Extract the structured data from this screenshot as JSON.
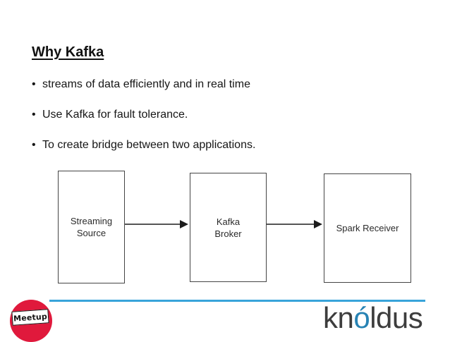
{
  "slide": {
    "title": "Why Kafka",
    "bullet_char": "•",
    "bullets": [
      "streams of data efficiently and in real time",
      "Use Kafka for fault tolerance.",
      "To create bridge between two applications."
    ]
  },
  "diagram": {
    "nodes": [
      {
        "id": "streaming-source",
        "label": "Streaming\nSource"
      },
      {
        "id": "kafka-broker",
        "label": "Kafka\nBroker"
      },
      {
        "id": "spark-receiver",
        "label": "Spark Receiver"
      }
    ],
    "edges": [
      {
        "from": "streaming-source",
        "to": "kafka-broker"
      },
      {
        "from": "kafka-broker",
        "to": "spark-receiver"
      }
    ]
  },
  "footer": {
    "meetup_label": "Meetup",
    "brand": {
      "prefix": "kn",
      "accent": "ó",
      "suffix": "ldus"
    },
    "colors": {
      "divider_blue": "#38a4da",
      "meetup_red": "#e0193c",
      "brand_gray": "#3d3d3d",
      "brand_blue": "#2783b4"
    }
  }
}
